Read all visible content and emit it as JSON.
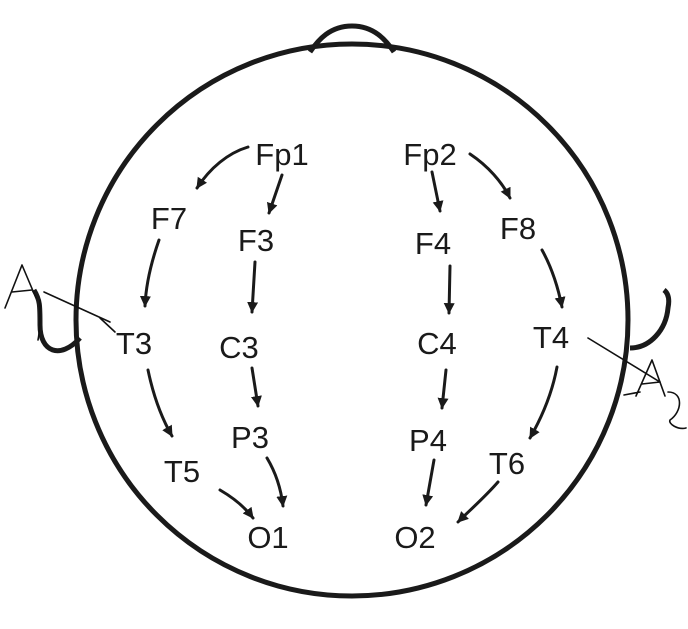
{
  "diagram": {
    "electrodes": {
      "fp1": "Fp1",
      "fp2": "Fp2",
      "f7": "F7",
      "f3": "F3",
      "f4": "F4",
      "f8": "F8",
      "t3": "T3",
      "c3": "C3",
      "c4": "C4",
      "t4": "T4",
      "t5": "T5",
      "p3": "P3",
      "p4": "P4",
      "t6": "T6",
      "o1": "O1",
      "o2": "O2"
    },
    "annotations": {
      "left_ear": "A1",
      "right_ear": "A2"
    },
    "colors": {
      "ink": "#1a1a1a",
      "background": "#ffffff"
    }
  }
}
